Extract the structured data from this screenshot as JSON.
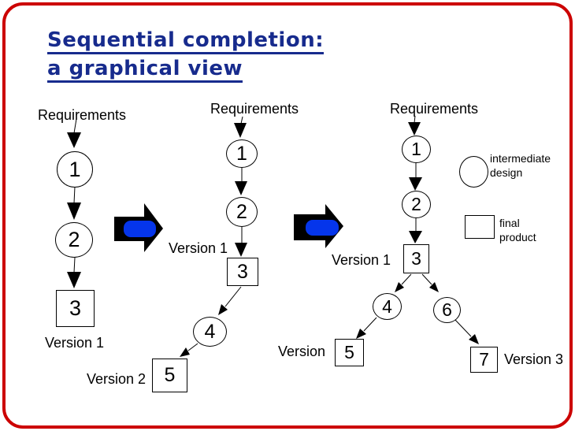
{
  "slide": {
    "title": {
      "line1": "Sequential completion:",
      "line2": "a graphical view"
    },
    "colors": {
      "title_blue": "#172b8d",
      "arrow_blue": "#0535eb",
      "frame_red": "#cc0000",
      "diagram_ink": "#000000"
    }
  },
  "labels": {
    "requirements": "Requirements",
    "tree1_version1": "Version 1",
    "tree2_version1": "Version 1",
    "tree2_version2": "Version 2",
    "tree3_version1": "Version 1",
    "tree3_version2": "Version",
    "tree3_version3": "Version 3"
  },
  "nodes": {
    "tree1": {
      "n1": "1",
      "n2": "2",
      "n3": "3"
    },
    "tree2": {
      "n1": "1",
      "n2": "2",
      "n3": "3",
      "n4": "4",
      "n5": "5"
    },
    "tree3": {
      "n1": "1",
      "n2": "2",
      "n3": "3",
      "n4": "4",
      "n5": "5",
      "n6": "6",
      "n7": "7"
    }
  },
  "legend": {
    "intermediate_line1": "intermediate",
    "intermediate_line2": "design",
    "final_line1": "final",
    "final_line2": "product"
  }
}
